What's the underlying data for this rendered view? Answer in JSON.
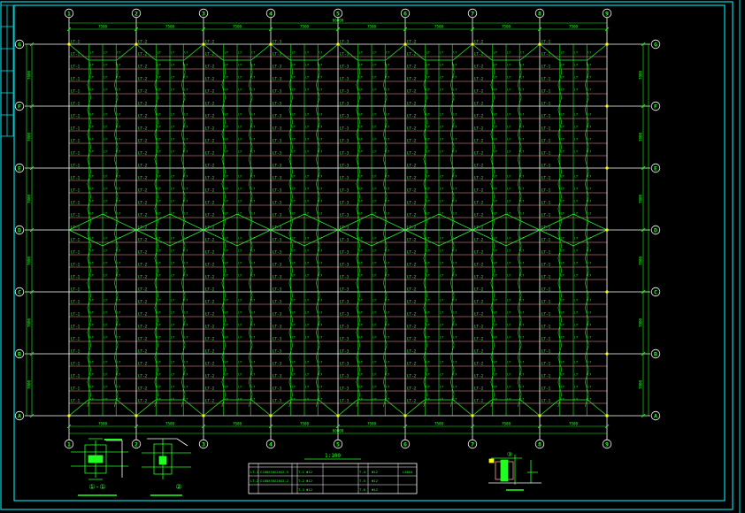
{
  "colors": {
    "background": "#000000",
    "frame": "#00d8e0",
    "grid": "#ffffff",
    "beam": "#ffa0a0",
    "member": "#20ff20",
    "text": "#20ff20",
    "node": "#ffff00",
    "table": "#ffffff"
  },
  "grid": {
    "columns": [
      "1",
      "2",
      "3",
      "4",
      "5",
      "6",
      "7",
      "8",
      "9"
    ],
    "rows": [
      "G",
      "F",
      "E",
      "D",
      "C",
      "B",
      "A"
    ]
  },
  "dimensions": {
    "top_spans": [
      "7500",
      "7500",
      "7500",
      "7500",
      "7500",
      "7500",
      "7500",
      "7500"
    ],
    "top_total": "60000",
    "bottom_spans": [
      "7500",
      "7500",
      "7500",
      "7500",
      "7500",
      "7500",
      "7500",
      "7500"
    ],
    "bottom_total": "60000",
    "left_spans": [
      "7000",
      "7000",
      "7000",
      "7000",
      "7000",
      "7000"
    ],
    "right_spans": [
      "7000",
      "7000",
      "7000",
      "7000",
      "7000",
      "7000"
    ]
  },
  "member_labels": {
    "bay_tags": [
      "LT-1",
      "LT-2",
      "LT-2",
      "LT-3",
      "LT-3",
      "LT-2",
      "LT-2",
      "LT-1"
    ],
    "purlin_tag": "LT"
  },
  "details": {
    "detail_a_label": "①-①",
    "detail_b_label": "②",
    "detail_c_label": "③"
  },
  "table": {
    "title": "1:100",
    "rows": [
      [
        "LT-1",
        "C180X70X20X2.5",
        "T-1",
        "Φ12",
        "T-4",
        "Φ12",
        "L50X4"
      ],
      [
        "LT-2",
        "C180X70X20X2.2",
        "T-2",
        "Φ12",
        "T-5",
        "Φ12",
        ""
      ],
      [
        "",
        "",
        "T-3",
        "Φ12",
        "T-6",
        "Φ12",
        ""
      ]
    ]
  }
}
